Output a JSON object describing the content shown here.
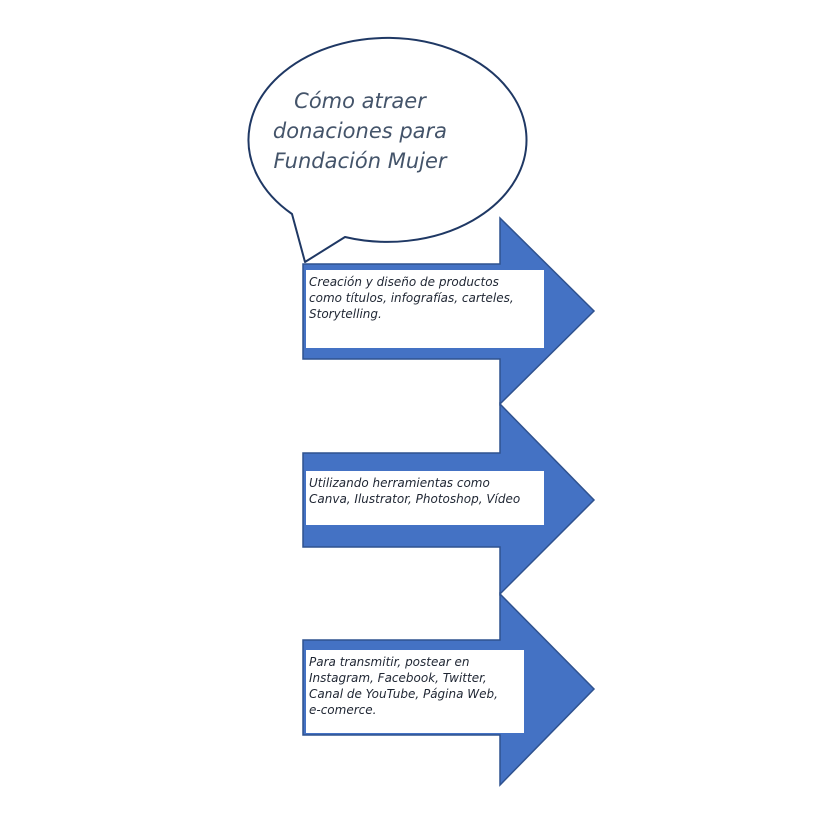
{
  "diagram": {
    "title": "Cómo atraer\ndonaciones para\nFundación Mujer",
    "steps": [
      {
        "text": "Creación y diseño de productos\ncomo títulos, infografías, carteles,\nStorytelling."
      },
      {
        "text": "Utilizando herramientas como\nCanva, Ilustrator, Photoshop, Vídeo"
      },
      {
        "text": "Para transmitir, postear en\nInstagram, Facebook, Twitter,\nCanal de YouTube, Página Web,\ne-comerce."
      }
    ]
  },
  "colors": {
    "arrow_fill": "#4472c4",
    "arrow_stroke": "#2f528f",
    "bubble_stroke": "#1f3864",
    "title_text": "#44546a"
  }
}
